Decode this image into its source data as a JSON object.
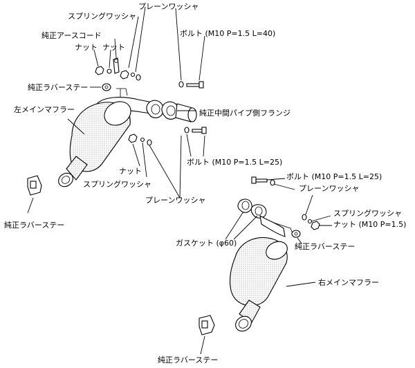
{
  "labels": {
    "spring_washer_top": "スプリングワッシャ",
    "plain_washer_top": "プレーンワッシャ",
    "earth_cord": "純正アースコード",
    "nut_a": "ナット",
    "nut_b": "ナット",
    "bolt_top": "ボルト (M10 P=1.5 L=40)",
    "rubber_stay_upper_left": "純正ラバーステー",
    "left_main_muffler": "左メインマフラー",
    "mid_pipe_flange": "純正中間パイプ側フランジ",
    "bolt_mid": "ボルト (M10 P=1.5 L=25)",
    "nut_mid": "ナット",
    "spring_washer_mid": "スプリングワッシャ",
    "plain_washer_mid": "プレーンワッシャ",
    "rubber_stay_lower_left": "純正ラバーステー",
    "bolt_right": "ボルト (M10 P=1.5 L=25)",
    "plain_washer_right": "プレーンワッシャ",
    "spring_washer_right": "スプリングワッシャ",
    "nut_right": "ナット (M10 P=1.5)",
    "gasket": "ガスケット (φ60)",
    "rubber_stay_right": "純正ラバーステー",
    "right_main_muffler": "右メインマフラー",
    "rubber_stay_bottom": "純正ラバーステー"
  }
}
